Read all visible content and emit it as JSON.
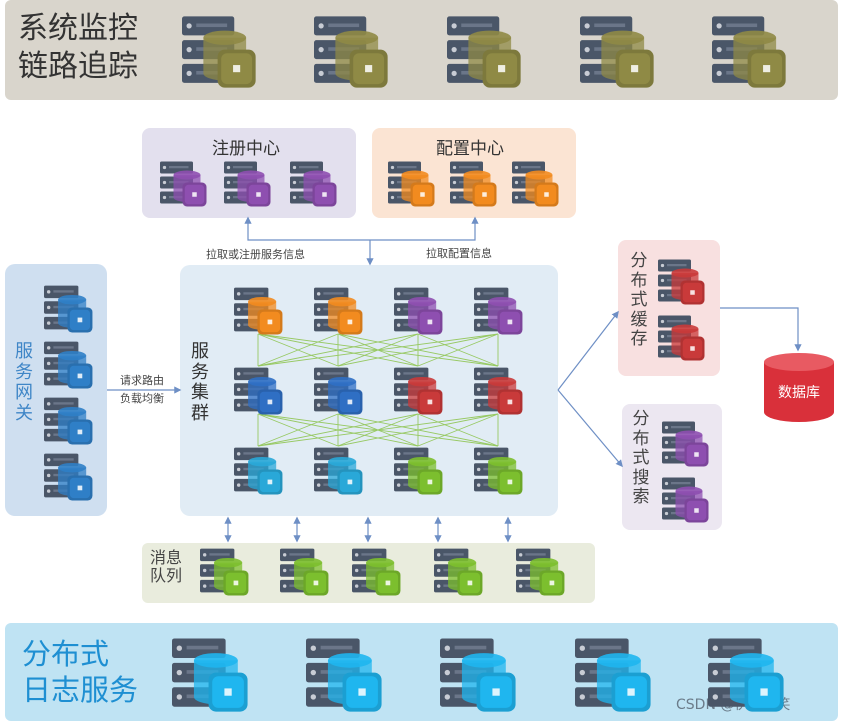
{
  "colors": {
    "top_bg": "#d9d5cc",
    "bottom_bg": "#bfe3f3",
    "registry_bg": "#e3e0ee",
    "config_bg": "#fbe4d3",
    "gateway_bg": "#cfdff0",
    "cluster_bg": "#e1ecf5",
    "mq_bg": "#e9ecdd",
    "cache_bg": "#f8e0e0",
    "search_bg": "#ece7f1",
    "database": "#d9303a",
    "arrow_blue": "#6e8fc5",
    "arrow_green": "#8bc34a",
    "rack": "#4a5668"
  },
  "top": {
    "line1": "系统监控",
    "line2": "链路追踪"
  },
  "registry": {
    "title": "注册中心"
  },
  "config": {
    "title": "配置中心"
  },
  "gateway": {
    "title": "服务网关"
  },
  "cluster": {
    "title": "服务集群"
  },
  "cache": {
    "title": "分布式缓存"
  },
  "search": {
    "title": "分布式搜索"
  },
  "database": {
    "label": "数据库"
  },
  "mq": {
    "title_line1": "消息",
    "title_line2": "队列"
  },
  "bottom": {
    "line1": "分布式",
    "line2": "日志服务"
  },
  "labels": {
    "pull_register": "拉取或注册服务信息",
    "pull_config": "拉取配置信息",
    "route_line1": "请求路由",
    "route_line2": "负载均衡"
  },
  "watermark": "CSDN @伊鬏伊笑",
  "icons": [
    "server-icon",
    "database-icon"
  ]
}
